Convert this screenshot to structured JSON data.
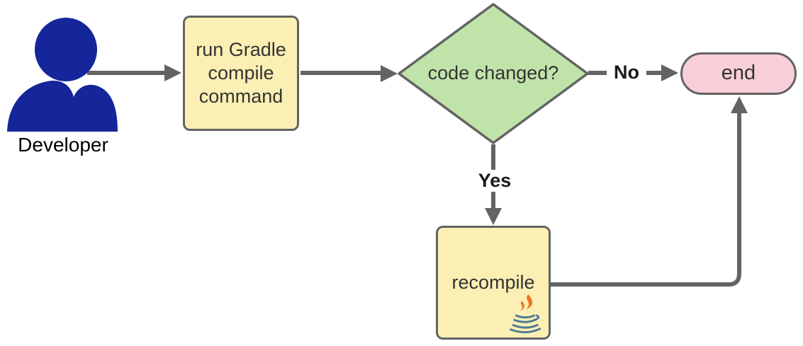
{
  "diagram": {
    "type": "flowchart",
    "nodes": {
      "developer": {
        "label": "Developer",
        "shape": "actor"
      },
      "run_gradle": {
        "label": "run Gradle compile command",
        "shape": "process"
      },
      "decision": {
        "label": "code changed?",
        "shape": "decision"
      },
      "end": {
        "label": "end",
        "shape": "terminator"
      },
      "recompile": {
        "label": "recompile",
        "shape": "process"
      }
    },
    "edges": [
      {
        "from": "developer",
        "to": "run_gradle",
        "label": ""
      },
      {
        "from": "run_gradle",
        "to": "decision",
        "label": ""
      },
      {
        "from": "decision",
        "to": "end",
        "label": "No"
      },
      {
        "from": "decision",
        "to": "recompile",
        "label": "Yes"
      },
      {
        "from": "recompile",
        "to": "end",
        "label": ""
      }
    ],
    "icons": {
      "developer": "person-icon",
      "recompile": "java-logo-icon"
    },
    "colors": {
      "actor_fill": "#142699",
      "process_fill": "#FBEFB4",
      "decision_fill": "#C0E3AA",
      "terminal_fill": "#F8CFD8",
      "stroke": "#636363",
      "label_text": "#333333",
      "java_flame": "#E97826",
      "java_cup": "#4E7896"
    }
  }
}
